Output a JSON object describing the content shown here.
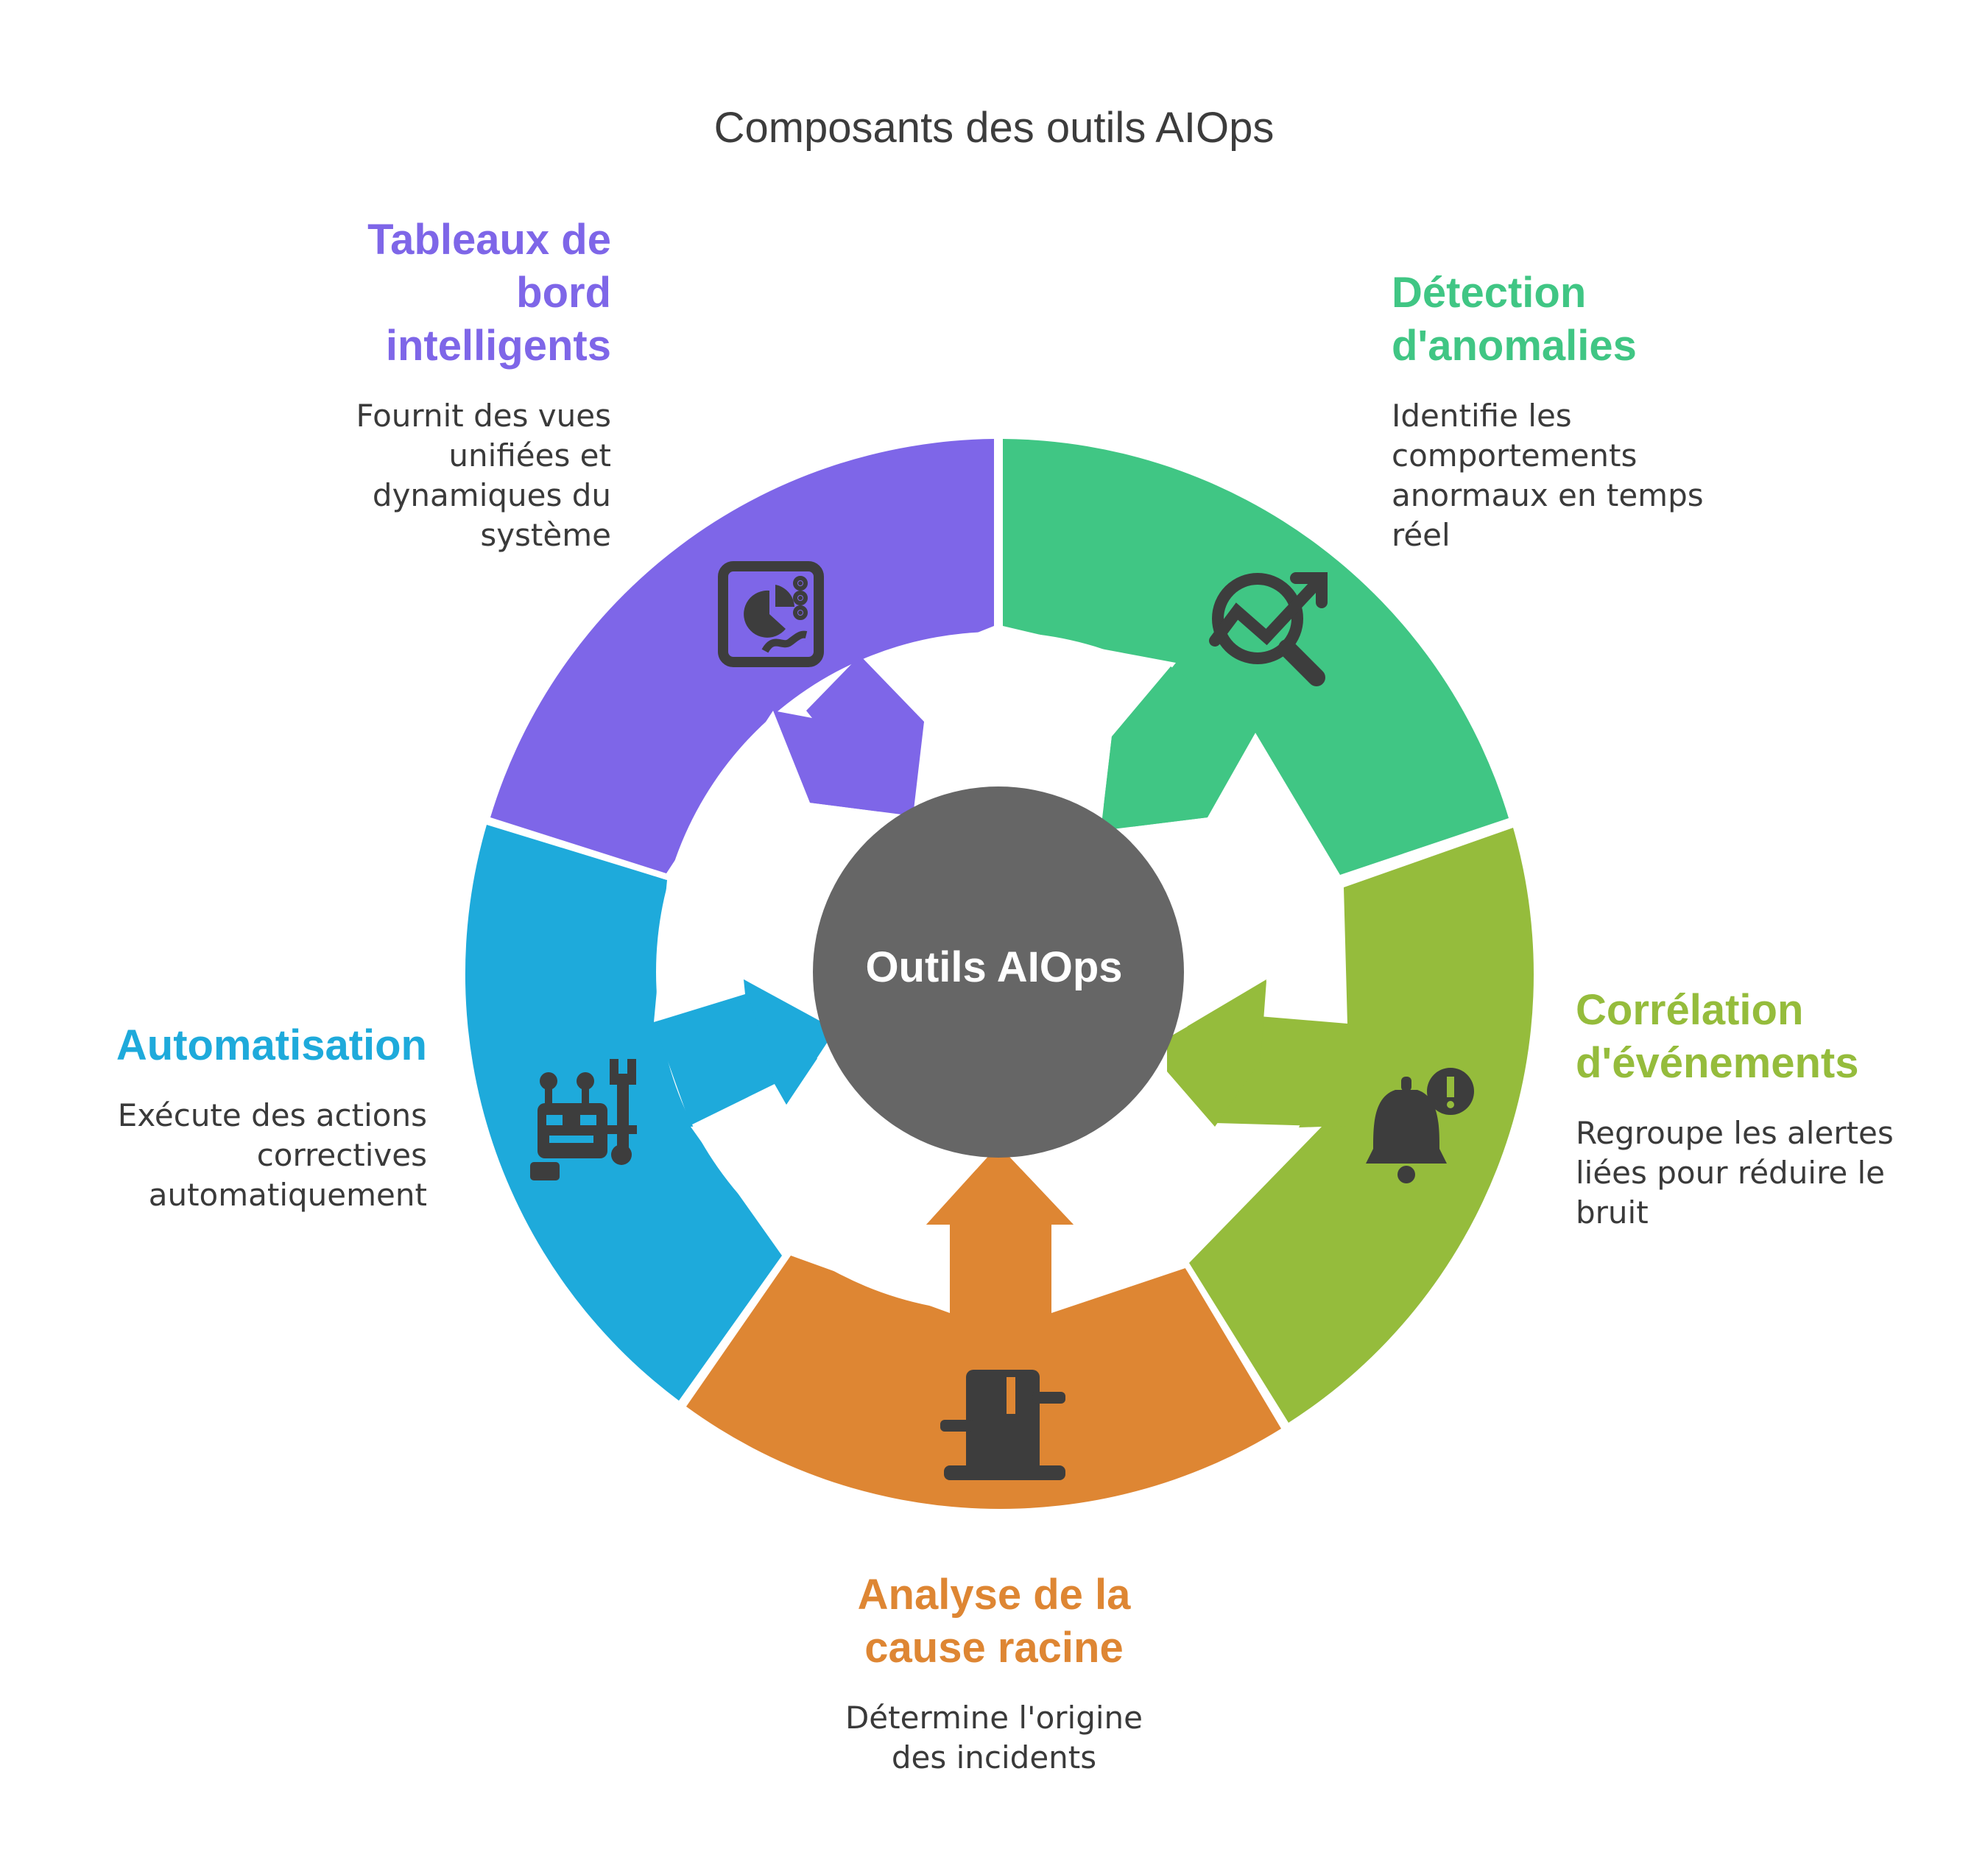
{
  "title": "Composants des outils AIOps",
  "center": {
    "label": "Outils AIOps",
    "color": "#666666"
  },
  "segments": [
    {
      "id": "dashboards",
      "title": "Tableaux de bord intelligents",
      "title_lines": [
        "Tableaux de",
        "bord",
        "intelligents"
      ],
      "description_lines": [
        "Fournit des vues",
        "unifiées et",
        "dynamiques du",
        "système"
      ],
      "color": "#7E66E8",
      "icon": "dashboard-chart-icon"
    },
    {
      "id": "anomaly",
      "title": "Détection d'anomalies",
      "title_lines": [
        "Détection",
        "d'anomalies"
      ],
      "description_lines": [
        "Identifie les",
        "comportements",
        "anormaux en temps",
        "réel"
      ],
      "color": "#40C684",
      "icon": "trend-magnifier-icon"
    },
    {
      "id": "correlation",
      "title": "Corrélation d'événements",
      "title_lines": [
        "Corrélation",
        "d'événements"
      ],
      "description_lines": [
        "Regroupe les alertes",
        "liées pour réduire le",
        "bruit"
      ],
      "color": "#95BC3C",
      "icon": "alert-bell-icon"
    },
    {
      "id": "rootcause",
      "title": "Analyse de la cause racine",
      "title_lines": [
        "Analyse de la",
        "cause racine"
      ],
      "description_lines": [
        "Détermine l'origine",
        "des incidents"
      ],
      "color": "#DE8633",
      "icon": "tree-stump-icon"
    },
    {
      "id": "automation",
      "title": "Automatisation",
      "title_lines": [
        "Automatisation"
      ],
      "description_lines": [
        "Exécute des actions",
        "correctives",
        "automatiquement"
      ],
      "color": "#1EAADB",
      "icon": "robot-wrench-icon"
    }
  ]
}
